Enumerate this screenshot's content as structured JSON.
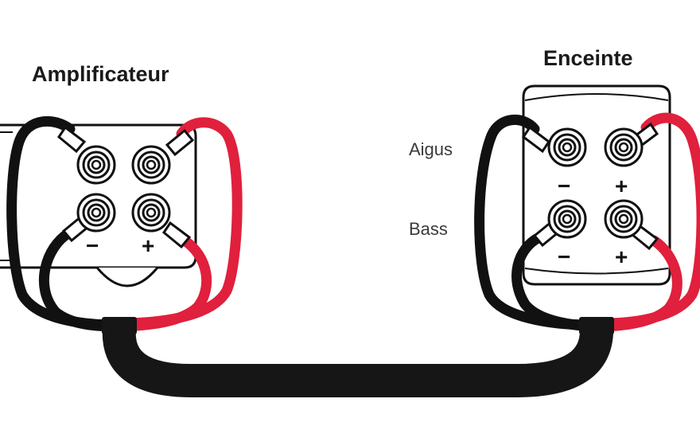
{
  "amplifier": {
    "title": "Amplificateur",
    "minus_label": "−",
    "plus_label": "+"
  },
  "speaker": {
    "title": "Enceinte",
    "tweeter_label": "Aigus",
    "woofer_label": "Bass",
    "tweeter_minus_label": "−",
    "tweeter_plus_label": "+",
    "woofer_minus_label": "−",
    "woofer_plus_label": "+"
  },
  "colors": {
    "negative_wire": "#111111",
    "positive_wire": "#e0203c",
    "cable_jacket": "#161616"
  }
}
